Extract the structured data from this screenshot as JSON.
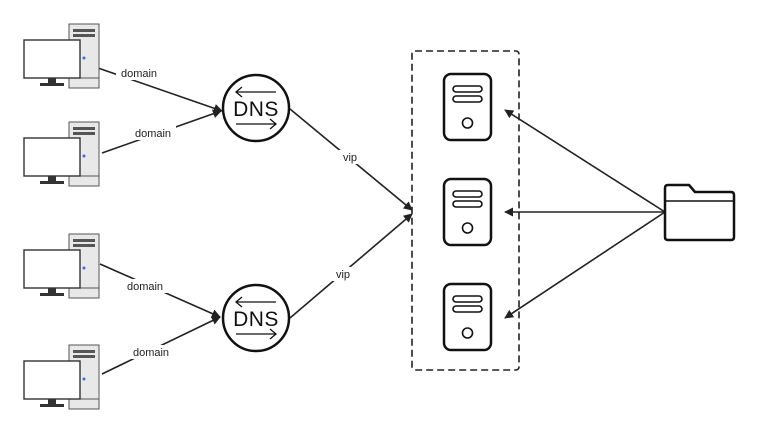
{
  "diagram": {
    "clients": [
      {
        "id": "client-1"
      },
      {
        "id": "client-2"
      },
      {
        "id": "client-3"
      },
      {
        "id": "client-4"
      }
    ],
    "dns_nodes": [
      {
        "id": "dns-1",
        "label": "DNS"
      },
      {
        "id": "dns-2",
        "label": "DNS"
      }
    ],
    "servers": [
      {
        "id": "server-1"
      },
      {
        "id": "server-2"
      },
      {
        "id": "server-3"
      }
    ],
    "source": {
      "id": "folder",
      "icon": "folder-icon"
    },
    "edges": [
      {
        "from": "client-1",
        "to": "dns-1",
        "label": "domain"
      },
      {
        "from": "client-2",
        "to": "dns-1",
        "label": "domain"
      },
      {
        "from": "client-3",
        "to": "dns-2",
        "label": "domain"
      },
      {
        "from": "client-4",
        "to": "dns-2",
        "label": "domain"
      },
      {
        "from": "dns-1",
        "to": "server-cluster",
        "label": "vip"
      },
      {
        "from": "dns-2",
        "to": "server-cluster",
        "label": "vip"
      },
      {
        "from": "folder",
        "to": "server-1",
        "label": ""
      },
      {
        "from": "folder",
        "to": "server-2",
        "label": ""
      },
      {
        "from": "folder",
        "to": "server-3",
        "label": ""
      }
    ],
    "colors": {
      "stroke": "#222222",
      "fill": "#ffffff",
      "tower": "#e8e8e8",
      "led": "#3a6fd8"
    }
  }
}
